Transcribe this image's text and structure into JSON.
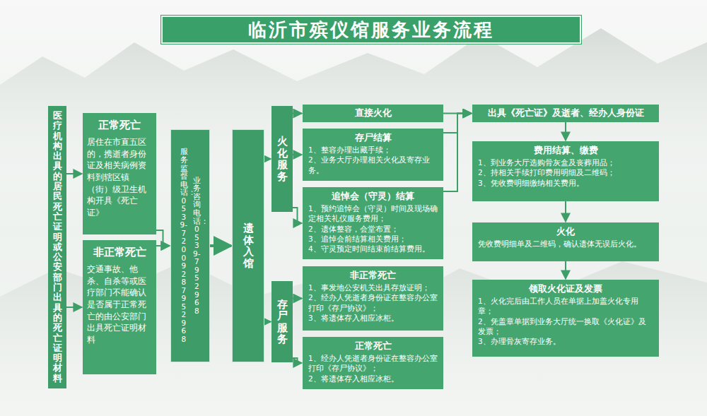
{
  "diagram": {
    "title": "临沂市殡仪馆服务业务流程",
    "nodes": [
      {
        "text": [
          "医疗机构出具的居民死亡证明或公安部门出具的死亡证明材料"
        ]
      },
      {
        "text": [
          "正常死亡",
          "居住在市直五区的，携逝者身份证及相关病例资料到辖区镇（街）级卫生机构开具《死亡证》"
        ]
      },
      {
        "text": [
          "非正常死亡",
          "交通事故、他杀、自杀等或医疗部门不能确认是否属于正常死亡的由公安部门出具死亡证明材料"
        ]
      },
      {
        "text": [
          "业务咨询电话：0539-7952968",
          "服务监督电话：0539-7200928 7952968"
        ]
      },
      {
        "text": [
          "遗体入馆"
        ]
      },
      {
        "text": [
          "火化服务"
        ]
      },
      {
        "text": [
          "存尸服务"
        ]
      },
      {
        "text": [
          "直接火化"
        ]
      },
      {
        "text": [
          "存尸结算",
          "1、整容办理出藏手续；",
          "2、业务大厅办理相关火化及寄存业务。"
        ]
      },
      {
        "text": [
          "追悼会（守灵）结算",
          "1、预约追悼会（守灵）时间及现场确定相关礼仪服务费用；",
          "2、遗体整容，会堂布置；",
          "3、追悼会前结算相关费用；",
          "4、守灵预定时间结束前结算费用。"
        ]
      },
      {
        "text": [
          "非正常死亡",
          "1、事发地公安机关出具存放证明；",
          "2、经办人凭逝者身份证在整容办公室打印《存尸协议》；",
          "3、将遗体存入相应冰柜。"
        ]
      },
      {
        "text": [
          "正常死亡",
          "1、经办人凭逝者身份证在整容办公室打印《存尸协议》；",
          "2、将遗体存入相应冰柜。"
        ]
      },
      {
        "text": [
          "出具《死亡证》及逝者、经办人身份证"
        ]
      },
      {
        "text": [
          "费用结算、缴费",
          "1、到业务大厅选购骨灰盒及丧葬用品；",
          "2、持相关手续打印费用明细及二维码；",
          "3、凭收费明细缴纳相关费用。"
        ]
      },
      {
        "text": [
          "火化",
          "凭收费明细单及二维码，确认遗体无误后火化。"
        ]
      },
      {
        "text": [
          "领取火化证及发票",
          "1、火化完后由工作人员在单据上加盖火化专用章；",
          "2、凭盖章单据到业务大厅统一换取《火化证》及发票；",
          "3、办理骨灰寄存业务。"
        ]
      }
    ],
    "edges": [
      {
        "from": 0,
        "to": 1,
        "arrow": "to"
      },
      {
        "from": 0,
        "to": 2,
        "arrow": "to"
      },
      {
        "from": 1,
        "to": 3,
        "arrow": "to"
      },
      {
        "from": 2,
        "to": 3,
        "arrow": "to"
      },
      {
        "from": 3,
        "to": 4,
        "arrow": "to"
      },
      {
        "from": 4,
        "to": 5,
        "arrow": "to"
      },
      {
        "from": 4,
        "to": 6,
        "arrow": "to"
      },
      {
        "from": 5,
        "to": 7,
        "arrow": "to"
      },
      {
        "from": 5,
        "to": 8,
        "arrow": "to"
      },
      {
        "from": 5,
        "to": 9,
        "arrow": "to"
      },
      {
        "from": 6,
        "to": 10,
        "arrow": "to"
      },
      {
        "from": 6,
        "to": 11,
        "arrow": "to"
      },
      {
        "from": 7,
        "to": 12,
        "arrow": "to"
      },
      {
        "from": 8,
        "to": 12,
        "arrow": "to"
      },
      {
        "from": 9,
        "to": 12,
        "arrow": "to"
      },
      {
        "from": 12,
        "to": 13,
        "arrow": "to"
      },
      {
        "from": 13,
        "to": 14,
        "arrow": "to"
      },
      {
        "from": 14,
        "to": 15,
        "arrow": "to"
      }
    ]
  }
}
